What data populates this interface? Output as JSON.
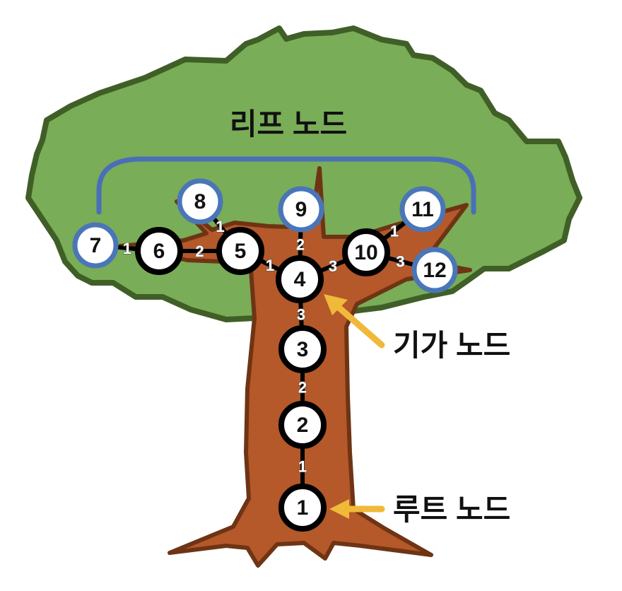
{
  "labels": {
    "leaf": "리프 노드",
    "internal": "기가 노드",
    "root": "루트 노드"
  },
  "colors": {
    "foliage": "#79ad57",
    "foliage_outline": "#3f5f27",
    "trunk": "#b5582a",
    "trunk_outline": "#6e3414",
    "leaf_ring": "#4a76b8",
    "internal_ring": "#000000",
    "bracket": "#4a6fb8",
    "arrow": "#f0b93a"
  },
  "nodes": [
    {
      "id": "1",
      "type": "internal"
    },
    {
      "id": "2",
      "type": "internal"
    },
    {
      "id": "3",
      "type": "internal"
    },
    {
      "id": "4",
      "type": "internal"
    },
    {
      "id": "5",
      "type": "internal"
    },
    {
      "id": "6",
      "type": "internal"
    },
    {
      "id": "7",
      "type": "leaf"
    },
    {
      "id": "8",
      "type": "leaf"
    },
    {
      "id": "9",
      "type": "leaf"
    },
    {
      "id": "10",
      "type": "internal"
    },
    {
      "id": "11",
      "type": "leaf"
    },
    {
      "id": "12",
      "type": "leaf"
    }
  ],
  "edges": [
    {
      "from": "1",
      "to": "2",
      "depth": "1"
    },
    {
      "from": "2",
      "to": "3",
      "depth": "2"
    },
    {
      "from": "3",
      "to": "4",
      "depth": "3"
    },
    {
      "from": "4",
      "to": "9",
      "depth": "2"
    },
    {
      "from": "4",
      "to": "5",
      "depth": "1"
    },
    {
      "from": "5",
      "to": "8",
      "depth": "1"
    },
    {
      "from": "5",
      "to": "6",
      "depth": "2"
    },
    {
      "from": "6",
      "to": "7",
      "depth": "1"
    },
    {
      "from": "4",
      "to": "10",
      "depth": "3"
    },
    {
      "from": "10",
      "to": "11",
      "depth": "1"
    },
    {
      "from": "10",
      "to": "12",
      "depth": "3"
    }
  ]
}
